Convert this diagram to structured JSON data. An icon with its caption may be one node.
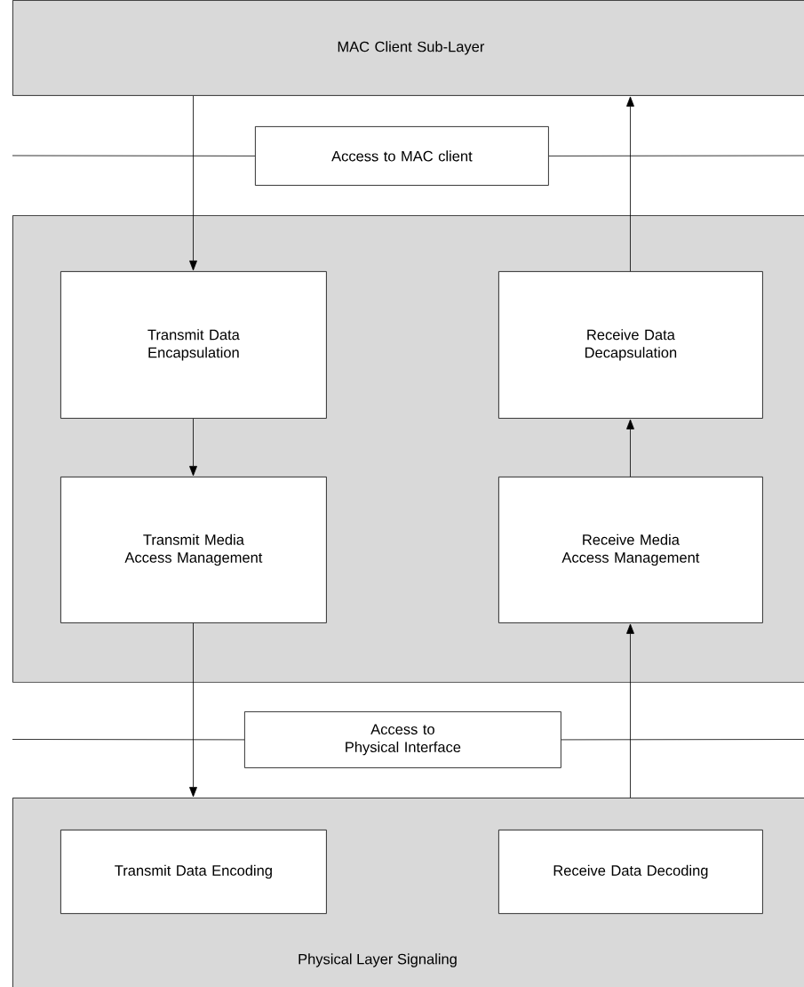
{
  "diagram": {
    "nodes": [
      {
        "text": [
          "MAC Client Sub-Layer"
        ]
      },
      {
        "text": [
          "Access to MAC client"
        ]
      },
      {
        "text": [],
        "shape": "box"
      },
      {
        "text": [
          "Transmit Data Encapsulation"
        ],
        "in": 2
      },
      {
        "text": [
          "Receive Data Decapsulation"
        ],
        "in": 2
      },
      {
        "text": [
          "Transmit Media Access Management"
        ],
        "in": 2
      },
      {
        "text": [
          "Receive Media Access Management"
        ],
        "in": 2
      },
      {
        "text": [
          "Access to Physical Interface"
        ]
      },
      {
        "text": [
          "Physical Layer Signaling"
        ]
      },
      {
        "text": [
          "Transmit Data Encoding"
        ],
        "in": 8
      },
      {
        "text": [
          "Receive Data Decoding"
        ],
        "in": 8
      }
    ],
    "edges": [
      {
        "from": 0,
        "to": 3,
        "arrow": "to"
      },
      {
        "from": 4,
        "to": 0,
        "arrow": "to"
      },
      {
        "from": 3,
        "to": 5,
        "arrow": "to"
      },
      {
        "from": 6,
        "to": 4,
        "arrow": "to"
      },
      {
        "from": 5,
        "to": 8,
        "arrow": "to"
      },
      {
        "from": 8,
        "to": 6,
        "arrow": "to"
      },
      {
        "from": null,
        "to": 1,
        "arrow": "none"
      },
      {
        "from": 1,
        "to": null,
        "arrow": "none"
      },
      {
        "from": null,
        "to": 7,
        "arrow": "none"
      },
      {
        "from": 7,
        "to": null,
        "arrow": "none"
      }
    ]
  }
}
